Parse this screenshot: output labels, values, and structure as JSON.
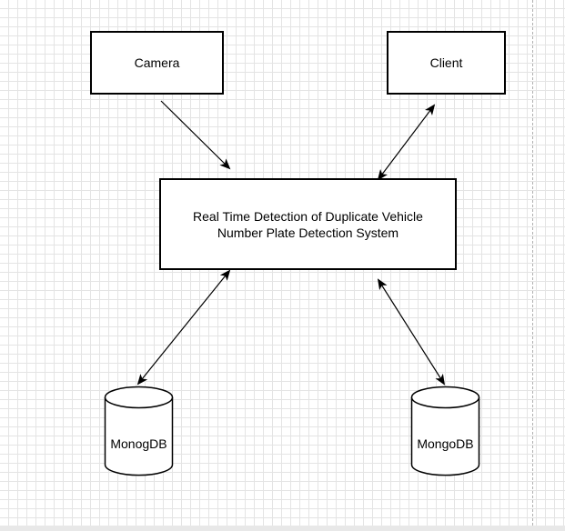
{
  "diagram": {
    "nodes": {
      "camera": {
        "label": "Camera",
        "shape": "rectangle"
      },
      "client": {
        "label": "Client",
        "shape": "rectangle"
      },
      "system": {
        "label": "Real Time Detection of  Duplicate Vehicle\nNumber Plate Detection System",
        "shape": "rectangle"
      },
      "db_left": {
        "label": "MonogDB",
        "shape": "cylinder"
      },
      "db_right": {
        "label": "MongoDB",
        "shape": "cylinder"
      }
    },
    "edges": [
      {
        "from": "camera",
        "to": "system",
        "direction": "one-way"
      },
      {
        "from": "client",
        "to": "system",
        "direction": "two-way"
      },
      {
        "from": "system",
        "to": "db_left",
        "direction": "two-way"
      },
      {
        "from": "system",
        "to": "db_right",
        "direction": "two-way"
      }
    ],
    "colors": {
      "stroke": "#000000",
      "fill": "#ffffff",
      "grid": "#e4e4e4",
      "page_edge": "#b0b0b0"
    }
  }
}
